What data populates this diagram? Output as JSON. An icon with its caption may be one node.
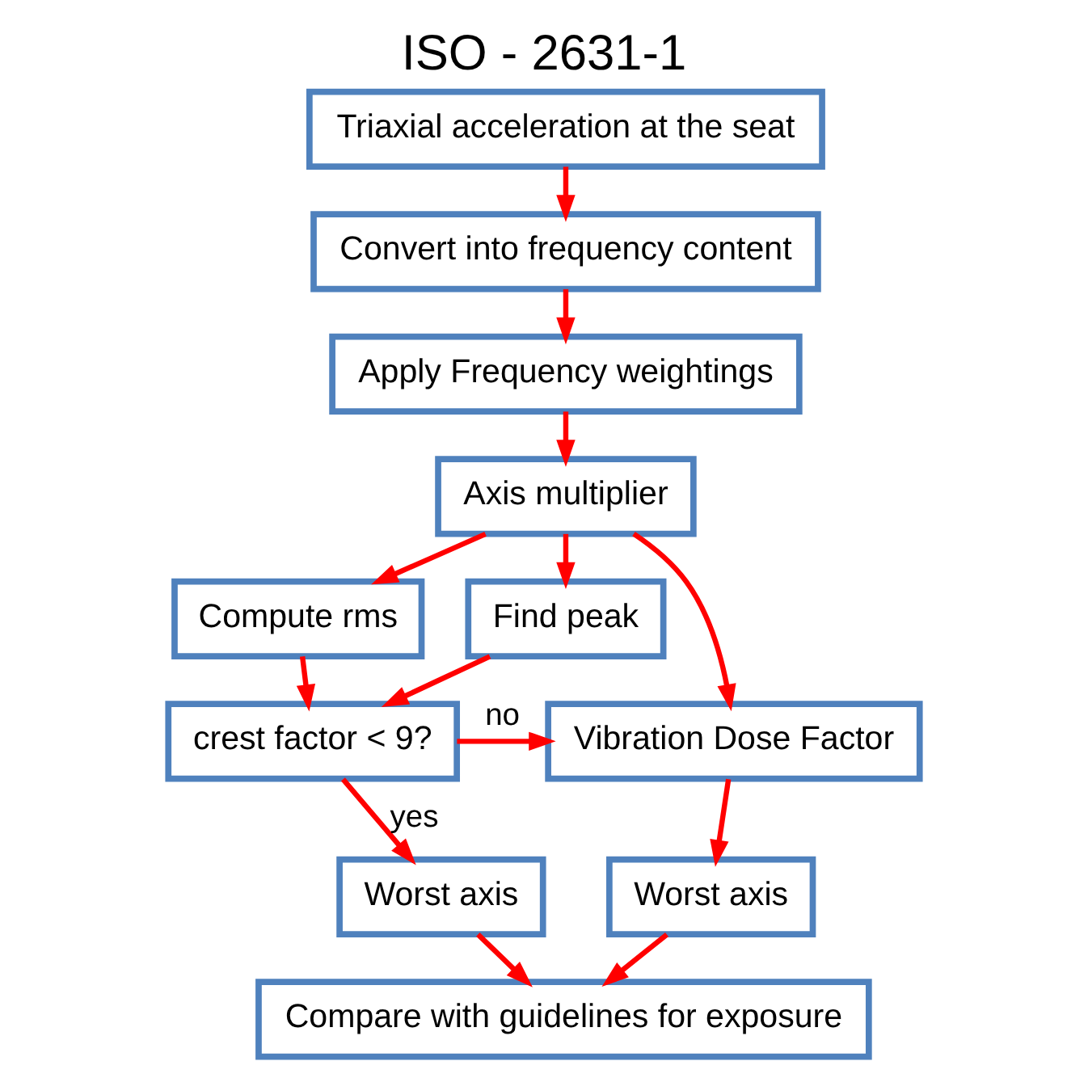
{
  "diagram": {
    "title": "ISO - 2631-1",
    "nodes": [
      {
        "text": [
          "Triaxial acceleration at the seat"
        ]
      },
      {
        "text": [
          "Convert into frequency content"
        ]
      },
      {
        "text": [
          "Apply Frequency weightings"
        ]
      },
      {
        "text": [
          "Axis multiplier"
        ]
      },
      {
        "text": [
          "Compute rms"
        ]
      },
      {
        "text": [
          "Find peak"
        ]
      },
      {
        "text": [
          "crest factor < 9?"
        ]
      },
      {
        "text": [
          "Vibration Dose Factor"
        ]
      },
      {
        "text": [
          "Worst axis"
        ]
      },
      {
        "text": [
          "Worst axis"
        ]
      },
      {
        "text": [
          "Compare with guidelines for exposure"
        ]
      }
    ],
    "edges": [
      {
        "from": 0,
        "to": 1,
        "arrow": "to"
      },
      {
        "from": 1,
        "to": 2,
        "arrow": "to"
      },
      {
        "from": 2,
        "to": 3,
        "arrow": "to"
      },
      {
        "from": 3,
        "to": 4,
        "arrow": "to"
      },
      {
        "from": 3,
        "to": 5,
        "arrow": "to"
      },
      {
        "from": 3,
        "to": 7,
        "arrow": "to"
      },
      {
        "from": 4,
        "to": 6,
        "arrow": "to"
      },
      {
        "from": 5,
        "to": 6,
        "arrow": "to"
      },
      {
        "from": 6,
        "to": 7,
        "arrow": "to",
        "label": "no"
      },
      {
        "from": 6,
        "to": 8,
        "arrow": "to",
        "label": "yes"
      },
      {
        "from": 7,
        "to": 9,
        "arrow": "to"
      },
      {
        "from": 8,
        "to": 10,
        "arrow": "to"
      },
      {
        "from": 9,
        "to": 10,
        "arrow": "to"
      }
    ]
  }
}
